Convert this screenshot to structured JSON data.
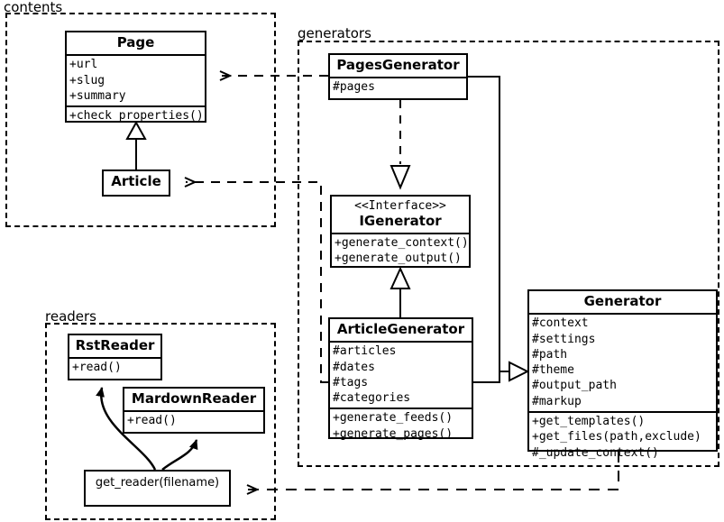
{
  "diagram": {
    "kind": "uml-class-diagram",
    "colors": {
      "stroke": "#000000",
      "background": "#ffffff"
    }
  },
  "packages": [
    {
      "id": "contents",
      "label": "contents"
    },
    {
      "id": "generators",
      "label": "generators"
    },
    {
      "id": "readers",
      "label": "readers"
    }
  ],
  "classes": {
    "page": {
      "name": "Page",
      "attributes": [
        "+url",
        "+slug",
        "+summary"
      ],
      "operations": [
        "+check_properties()"
      ]
    },
    "article": {
      "name": "Article",
      "attributes": [],
      "operations": []
    },
    "pages_generator": {
      "name": "PagesGenerator",
      "attributes": [
        "#pages"
      ],
      "operations": []
    },
    "igenerator": {
      "stereotype": "<<Interface>>",
      "name": "IGenerator",
      "attributes": [],
      "operations": [
        "+generate_context()",
        "+generate_output()"
      ]
    },
    "article_generator": {
      "name": "ArticleGenerator",
      "attributes": [
        "#articles",
        "#dates",
        "#tags",
        "#categories"
      ],
      "operations": [
        "+generate_feeds()",
        "+generate_pages()"
      ]
    },
    "generator": {
      "name": "Generator",
      "attributes": [
        "#context",
        "#settings",
        "#path",
        "#theme",
        "#output_path",
        "#markup"
      ],
      "operations": [
        "+get_templates()",
        "+get_files(path,exclude)",
        "#_update_context()"
      ]
    },
    "rst_reader": {
      "name": "RstReader",
      "attributes": [],
      "operations": [
        "+read()"
      ]
    },
    "mardown_reader": {
      "name": "MardownReader",
      "attributes": [],
      "operations": [
        "+read()"
      ]
    },
    "get_reader": {
      "name": "get_reader(filename)",
      "attributes": [],
      "operations": []
    }
  },
  "relationships": [
    {
      "type": "generalization",
      "from": "Article",
      "to": "Page"
    },
    {
      "type": "realization",
      "from": "PagesGenerator",
      "to": "IGenerator"
    },
    {
      "type": "generalization",
      "from": "ArticleGenerator",
      "to": "IGenerator"
    },
    {
      "type": "generalization",
      "from": "PagesGenerator",
      "to": "Generator"
    },
    {
      "type": "generalization",
      "from": "ArticleGenerator",
      "to": "Generator"
    },
    {
      "type": "dependency",
      "from": "PagesGenerator",
      "to": "Page"
    },
    {
      "type": "dependency",
      "from": "ArticleGenerator",
      "to": "Article"
    },
    {
      "type": "dependency",
      "from": "Generator",
      "to": "get_reader(filename)"
    },
    {
      "type": "association",
      "from": "get_reader(filename)",
      "to": "RstReader"
    },
    {
      "type": "association",
      "from": "get_reader(filename)",
      "to": "MardownReader"
    }
  ]
}
